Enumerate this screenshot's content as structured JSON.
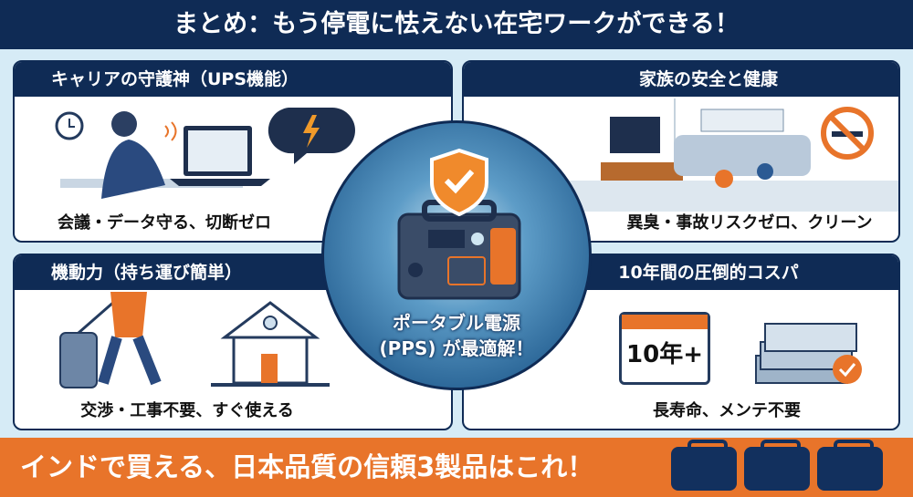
{
  "header": {
    "title": "まとめ：もう停電に怯えない在宅ワークができる！"
  },
  "panels": [
    {
      "title": "キャリアの守護神（UPS機能）",
      "caption": "会議・データ守る、切断ゼロ"
    },
    {
      "title": "家族の安全と健康",
      "caption": "異臭・事故リスクゼロ、クリーン"
    },
    {
      "title": "機動力（持ち運び簡単）",
      "caption": "交渉・工事不要、すぐ使える"
    },
    {
      "title": "10年間の圧倒的コスパ",
      "caption": "長寿命、メンテ不要",
      "calendar_text": "10年+"
    }
  ],
  "center": {
    "line1": "ポータブル電源",
    "line2": "(PPS) が最適解！"
  },
  "footer": {
    "text": "インドで買える、日本品質の信頼3製品はこれ！"
  },
  "colors": {
    "navy": "#0f2b55",
    "orange": "#e8742a",
    "bg": "#d6ebf6"
  }
}
